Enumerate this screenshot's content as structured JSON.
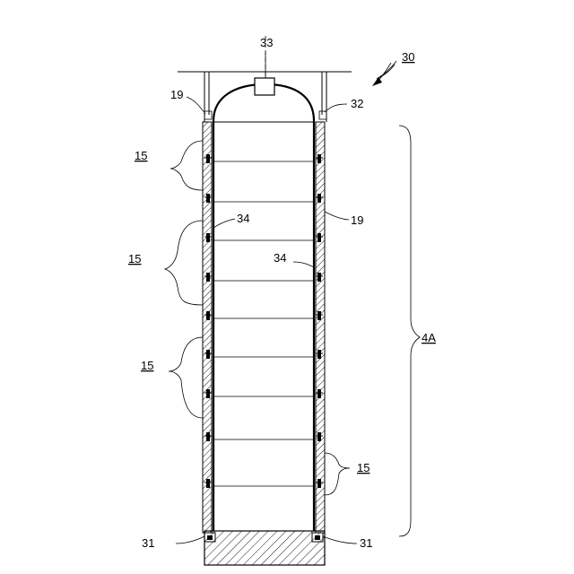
{
  "labels": {
    "ref_30": "30",
    "ref_33": "33",
    "ref_32": "32",
    "ref_19_top": "19",
    "ref_19_right": "19",
    "ref_34_left": "34",
    "ref_34_right": "34",
    "ref_15_a": "15",
    "ref_15_b": "15",
    "ref_15_c": "15",
    "ref_15_d": "15",
    "ref_4A": "4A",
    "ref_31_left": "31",
    "ref_31_right": "31"
  }
}
